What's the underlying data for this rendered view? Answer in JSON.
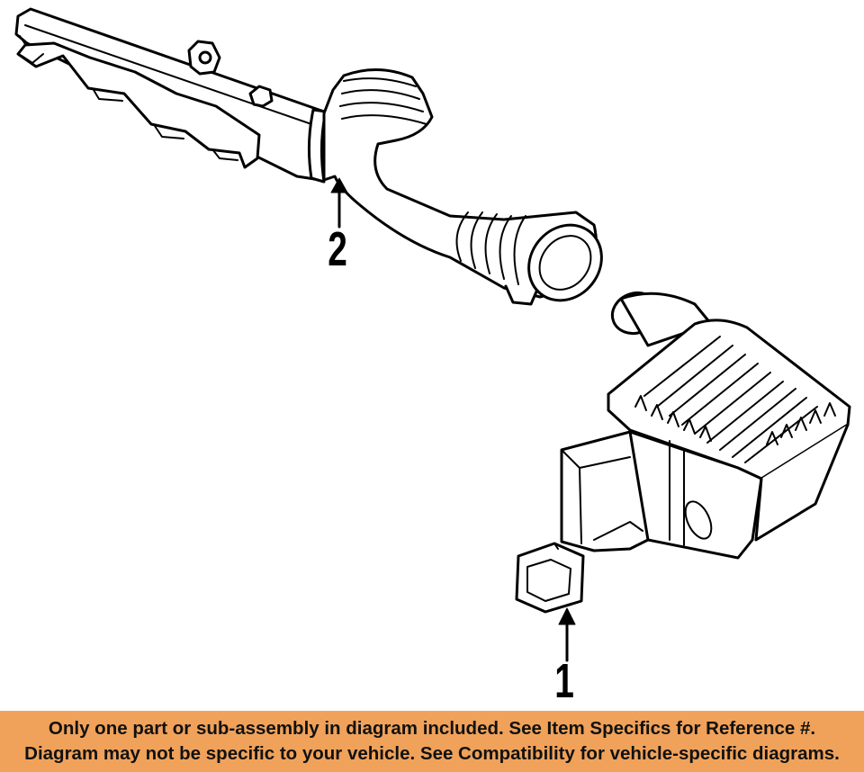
{
  "callouts": [
    {
      "number": "2"
    },
    {
      "number": "1"
    }
  ],
  "disclaimer": {
    "line1": "Only one part or sub-assembly in diagram included. See Item Specifics for Reference #.",
    "line2": "Diagram may not be specific to your vehicle. See Compatibility for vehicle-specific diagrams."
  },
  "colors": {
    "banner_background": "#f0a25a",
    "line_art": "#000000"
  }
}
